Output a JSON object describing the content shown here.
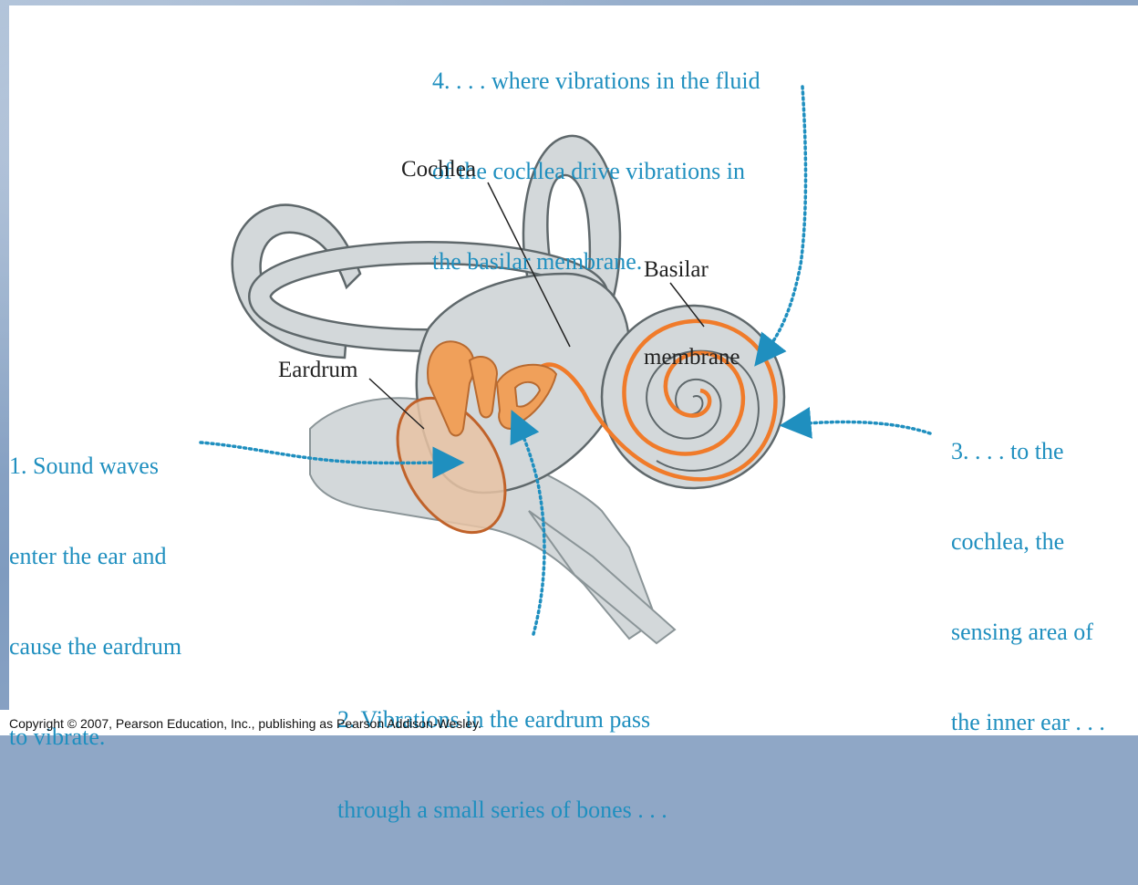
{
  "callouts": {
    "step1": [
      "1. Sound waves",
      "enter the ear and",
      "cause the eardrum",
      "to vibrate."
    ],
    "step2": [
      "2. Vibrations in the eardrum pass",
      "through a small series of bones . . ."
    ],
    "step3": [
      "3. . . . to the",
      "cochlea, the",
      "sensing area of",
      "the inner ear . . ."
    ],
    "step4": [
      "4. . . . where vibrations in the fluid",
      "of the cochlea drive vibrations in",
      "the basilar membrane."
    ]
  },
  "labels": {
    "cochlea": "Cochlea",
    "basilar": [
      "Basilar",
      "membrane"
    ],
    "eardrum": "Eardrum"
  },
  "copyright": "Copyright © 2007, Pearson Education, Inc., publishing as Pearson Addison-Wesley.",
  "colors": {
    "callout": "#1f8fbf",
    "tissue": "#d3d8da",
    "bone": "#f0a05a",
    "membrane": "#f07b2a",
    "eardrum": "#e8c3a3"
  }
}
